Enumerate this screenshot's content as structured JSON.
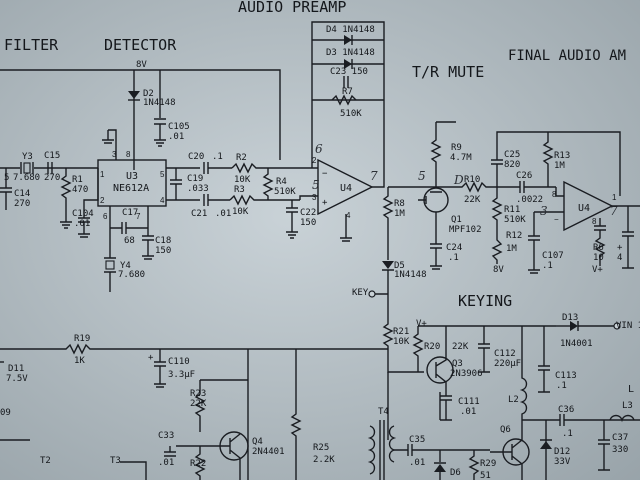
{
  "headings": {
    "audio_preamp": "AUDIO PREAMP",
    "filter": "FILTER",
    "detector": "DETECTOR",
    "tr_mute": "T/R MUTE",
    "final_audio": "FINAL AUDIO AM",
    "keying": "KEYING"
  },
  "handwritten": {
    "h6": "6",
    "h5a": "5",
    "h7": "7",
    "h5b": "5",
    "hd": "D",
    "h3": "3",
    "h7b": "7"
  },
  "filter": {
    "prefix_mark": "5",
    "y3_ref": "Y3",
    "y3_val": "7.680",
    "c15_ref": "C15",
    "c15_val": "270",
    "c14_ref": "C14",
    "c14_val": "270",
    "r1_ref": "R1",
    "r1_val": "470",
    "c104_ref": "C104",
    "c104_val": ".01"
  },
  "detector": {
    "rail_8v": "8V",
    "d2_ref": "D2",
    "d2_val": "1N4148",
    "c105_ref": "C105",
    "c105_val": ".01",
    "u3_ref": "U3",
    "u3_part": "NE612A",
    "u3_pins": {
      "p1": "1",
      "p2": "2",
      "p3": "3",
      "p4": "4",
      "p5": "5",
      "p6": "6",
      "p7": "7",
      "p8": "8"
    },
    "c17_ref": "C17",
    "c17_val": "68",
    "c18_ref": "C18",
    "c18_val": "150",
    "y4_ref": "Y4",
    "y4_val": "7.680"
  },
  "preamp": {
    "c20_ref": "C20",
    "c20_val": ".1",
    "c19_ref": "C19",
    "c19_val": ".033",
    "c21_ref": "C21",
    "c21_val": ".01",
    "r2_ref": "R2",
    "r2_val": "10K",
    "r3_ref": "R3",
    "r3_val": "10K",
    "r4_ref": "R4",
    "r4_val": "510K",
    "c22_ref": "C22",
    "c22_val": "150",
    "u4_ref": "U4",
    "u4_minus": "−",
    "u4_plus": "+",
    "u4_pin2": "2",
    "u4_pin3": "3",
    "u4_pin4": "4",
    "d4": "D4 1N4148",
    "d3": "D3 1N4148",
    "c23": "C23 150",
    "r7_ref": "R7",
    "r7_val": "510K"
  },
  "mute": {
    "r8_ref": "R8",
    "r8_val": "1M",
    "d5_ref": "D5",
    "d5_val": "1N4148",
    "key": "KEY",
    "r9_ref": "R9",
    "r9_val": "4.7M",
    "q1_ref": "Q1",
    "q1_val": "MPF102",
    "c24_ref": "C24",
    "c24_val": ".1"
  },
  "final": {
    "r10_ref": "R10",
    "r10_val": "22K",
    "c25_ref": "C25",
    "c25_val": "820",
    "r11_ref": "R11",
    "r11_val": "510K",
    "r12_ref": "R12",
    "r12_val": "1M",
    "rail_8v": "8V",
    "c26_ref": "C26",
    "c26_val": ".0022",
    "r13_ref": "R13",
    "r13_val": "1M",
    "c107_ref": "C107",
    "c107_val": ".1",
    "u4_ref": "U4",
    "pin8": "8",
    "pin_minus": "−",
    "pin8b": "8",
    "pin1": "1",
    "r6_ref": "R6",
    "r6_val": "10",
    "vplus": "V+",
    "c_right_a": "+",
    "c_right_b": "4"
  },
  "keying": {
    "r21_ref": "R21",
    "r21_val": "10K",
    "vplus": "V+",
    "r20_ref": "R20",
    "r20_val": "22K",
    "q3_ref": "Q3",
    "q3_val": "2N3906",
    "c111_ref": "C111",
    "c111_val": ".01",
    "c112_ref": "C112",
    "c112_val": "220μF",
    "c113_ref": "C113",
    "c113_val": ".1",
    "d13_ref": "D13",
    "d13_val": "1N4001",
    "vin": "VIN 1",
    "l2": "L2",
    "q6": "Q6",
    "c36_ref": "C36",
    "c36_val": ".1",
    "d12_ref": "D12",
    "d12_val": "33V",
    "l3": "L3",
    "l_edge": "L",
    "c37_ref": "C37",
    "c37_val": "330"
  },
  "lower": {
    "r19_ref": "R19",
    "r19_val": "1K",
    "d11_ref": "D11",
    "d11_val": "7.5V",
    "plus": "+",
    "c110_ref": "C110",
    "c110_val": "3.3μF",
    "r23_ref": "R23",
    "r23_val": "22K",
    "q4_ref": "Q4",
    "q4_val": "2N4401",
    "r22_ref": "R22",
    "c33_ref": "C33",
    "c33_val": ".01",
    "t3": "T3",
    "t2": "T2",
    "t2_left": "09",
    "r25_ref": "R25",
    "r25_val": "2.2K",
    "t4": "T4",
    "c35_ref": "C35",
    "c35_val": ".01",
    "d6": "D6",
    "r29_ref": "R29",
    "r29_val": "51"
  }
}
